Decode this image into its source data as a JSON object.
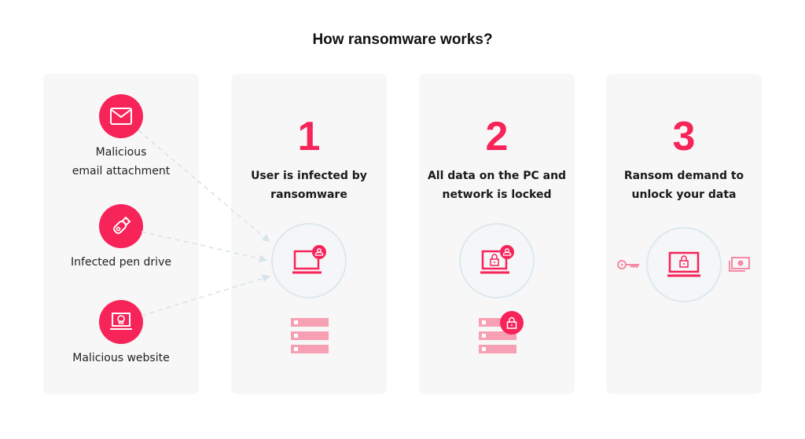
{
  "title": "How ransomware works?",
  "colors": {
    "accent": "#f7245a",
    "accent_light": "#f7a0b4",
    "panel_bg": "#f7f7f7",
    "ring": "#dde8ee",
    "connector": "#d6e4ec"
  },
  "sources": [
    {
      "label_line1": "Malicious",
      "label_line2": "email attachment",
      "icon": "envelope-icon"
    },
    {
      "label_line1": "Infected pen drive",
      "label_line2": "",
      "icon": "usb-drive-icon"
    },
    {
      "label_line1": "Malicious website",
      "label_line2": "",
      "icon": "laptop-skull-icon"
    }
  ],
  "steps": [
    {
      "number": "1",
      "line1": "User is infected by",
      "line2": "ransomware",
      "icon": "laptop-user-icon"
    },
    {
      "number": "2",
      "line1": "All data on the PC and",
      "line2": "network is locked",
      "icon": "laptop-locked-user-icon"
    },
    {
      "number": "3",
      "line1": "Ransom demand to",
      "line2": "unlock your data",
      "icon": "laptop-locked-icon"
    }
  ]
}
